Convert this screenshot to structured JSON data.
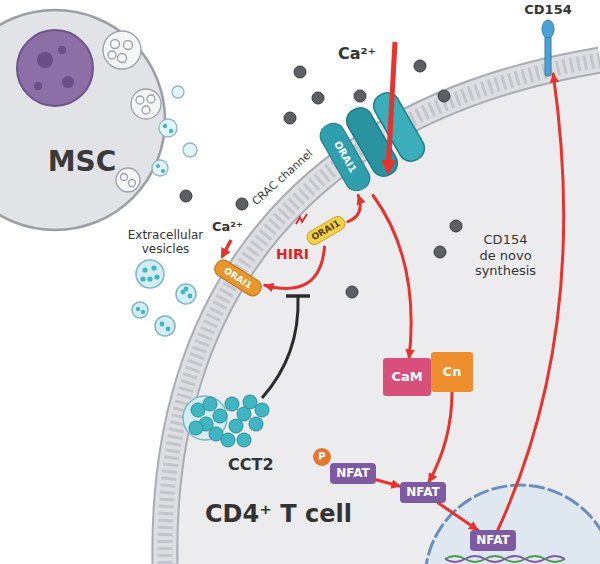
{
  "diagram": {
    "nodes": [
      {
        "text": [
          "MSC"
        ]
      },
      {
        "text": [
          "CD4⁺ T cell"
        ]
      },
      {
        "text": [
          "ORAI1"
        ],
        "in": 1
      },
      {
        "text": [
          "ORAI1"
        ],
        "in": 1
      },
      {
        "text": [
          "ORAI1"
        ],
        "in": 1
      },
      {
        "text": [
          "CaM"
        ],
        "in": 1
      },
      {
        "text": [
          "Cn"
        ],
        "in": 1
      },
      {
        "text": [
          "P"
        ],
        "in": 1
      },
      {
        "text": [
          "NFAT"
        ],
        "in": 1
      },
      {
        "text": [
          "NFAT"
        ],
        "in": 1
      },
      {
        "text": [
          "NFAT"
        ],
        "in": 1
      },
      {
        "text": [
          "CD154"
        ]
      }
    ],
    "edges": [
      {
        "from": 3,
        "to": 4,
        "arrow": "to"
      },
      {
        "from": 3,
        "to": 2,
        "arrow": "to"
      },
      {
        "from": 4,
        "to": 5,
        "arrow": "to"
      },
      {
        "from": 6,
        "to": 9,
        "arrow": "to"
      },
      {
        "from": 8,
        "to": 9,
        "arrow": "to"
      },
      {
        "from": 9,
        "to": 10,
        "arrow": "to"
      },
      {
        "from": 10,
        "to": 11,
        "label": "CD154 de novo synthesis",
        "arrow": "to"
      }
    ],
    "labels": [
      "Extracellular vesicles",
      "Ca²⁺",
      "CRAC channel",
      "Ca²⁺",
      "HIRI",
      "CCT2"
    ]
  }
}
